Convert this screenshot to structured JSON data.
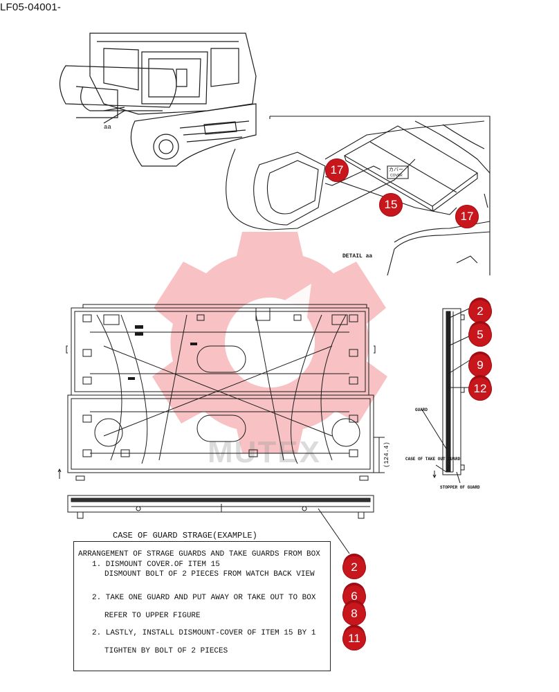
{
  "doc": {
    "code": "LF05-04001-"
  },
  "labels": {
    "aa": "aa",
    "detail": "DETAIL aa",
    "cover_jp": "カバー",
    "cover_en": "COVER",
    "guard": "GUARD",
    "case_take_out": "CASE OF TAKE OUT GUARD",
    "stopper": "STOPPER OF GUARD",
    "dimension": "(124.4)"
  },
  "watermark": {
    "text": "MUTEX",
    "color": "#e8292f"
  },
  "callouts": [
    {
      "id": "17",
      "label": "17"
    },
    {
      "id": "15",
      "label": "15"
    },
    {
      "id": "17b",
      "label": "17"
    },
    {
      "id": "2",
      "label": "2"
    },
    {
      "id": "5",
      "label": "5"
    },
    {
      "id": "9",
      "label": "9"
    },
    {
      "id": "12",
      "label": "12"
    },
    {
      "id": "2b",
      "label": "2"
    },
    {
      "id": "6",
      "label": "6"
    },
    {
      "id": "8",
      "label": "8"
    },
    {
      "id": "11",
      "label": "11"
    }
  ],
  "instructions": {
    "title": "CASE OF GUARD STRAGE(EXAMPLE)",
    "lines": [
      "ARRANGEMENT OF STRAGE GUARDS AND TAKE GUARDS FROM BOX",
      "1. DISMOUNT COVER.OF ITEM 15",
      "DISMOUNT BOLT OF 2 PIECES FROM WATCH BACK VIEW",
      "2. TAKE ONE GUARD AND PUT AWAY OR TAKE OUT TO BOX",
      "REFER TO UPPER FIGURE",
      "2. LASTLY, INSTALL DISMOUNT-COVER OF ITEM 15 BY 1",
      "TIGHTEN BY BOLT OF 2 PIECES"
    ]
  },
  "colors": {
    "callout": "#c8161d",
    "line": "#1a1a1a"
  }
}
